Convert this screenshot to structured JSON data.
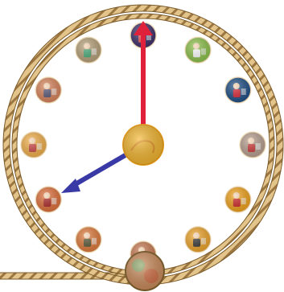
{
  "clock": {
    "hour_hand_points_to": 8,
    "minute_hand_points_to": 12,
    "hand_colors": {
      "minute": "#e0213b",
      "hour": "#3a3aa6"
    },
    "rope_colors": {
      "main": "#d8b77d",
      "stripe": "#a07a3e",
      "edge": "#7a5a2a"
    },
    "center_color": "#f3b52e"
  },
  "activity_icons": [
    {
      "position": 12,
      "name": "icon-activity-12",
      "bg": "#3d2f6b",
      "fg": "#e55"
    },
    {
      "position": 1,
      "name": "icon-activity-1",
      "bg": "#8dc24b",
      "fg": "#fff"
    },
    {
      "position": 2,
      "name": "icon-activity-2",
      "bg": "#1f4f86",
      "fg": "#d23"
    },
    {
      "position": 3,
      "name": "icon-activity-3",
      "bg": "#b9a090",
      "fg": "#c33"
    },
    {
      "position": 4,
      "name": "icon-activity-4",
      "bg": "#f2a31b",
      "fg": "#c22"
    },
    {
      "position": 5,
      "name": "icon-activity-5",
      "bg": "#f0a52a",
      "fg": "#333"
    },
    {
      "position": 6,
      "name": "icon-activity-6",
      "bg": "#c97a52",
      "fg": "#4a6"
    },
    {
      "position": 7,
      "name": "icon-activity-7",
      "bg": "#e07a3a",
      "fg": "#553"
    },
    {
      "position": 8,
      "name": "icon-activity-8",
      "bg": "#e0703a",
      "fg": "#a22"
    },
    {
      "position": 9,
      "name": "icon-activity-9",
      "bg": "#f3b04a",
      "fg": "#c44"
    },
    {
      "position": 10,
      "name": "icon-activity-10",
      "bg": "#d9835a",
      "fg": "#557"
    },
    {
      "position": 11,
      "name": "icon-activity-11",
      "bg": "#b7a27a",
      "fg": "#4a7"
    }
  ]
}
